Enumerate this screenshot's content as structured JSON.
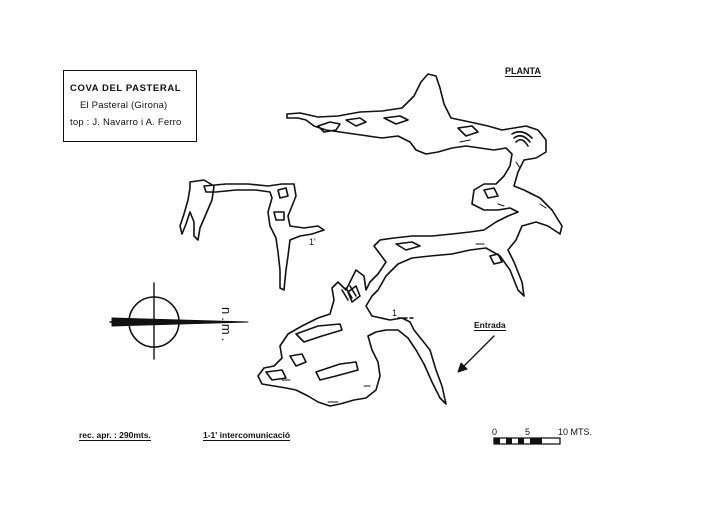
{
  "title_block": {
    "line1": "COVA DEL PASTERAL",
    "line2": "El Pasteral (Girona)",
    "line3": "top : J. Navarro i A. Ferro"
  },
  "view_label": "PLANTA",
  "entrance_label": "Entrada",
  "survey_length": "rec. apr. : 290mts.",
  "connection_note": "1-1' intercomunicació",
  "north_label": "n.m.",
  "scale_bar": {
    "ticks": [
      "0",
      "5",
      "10 MTS."
    ]
  },
  "connection_markers": [
    "1",
    "1'"
  ],
  "colors": {
    "ink": "#111111",
    "paper": "#ffffff"
  }
}
